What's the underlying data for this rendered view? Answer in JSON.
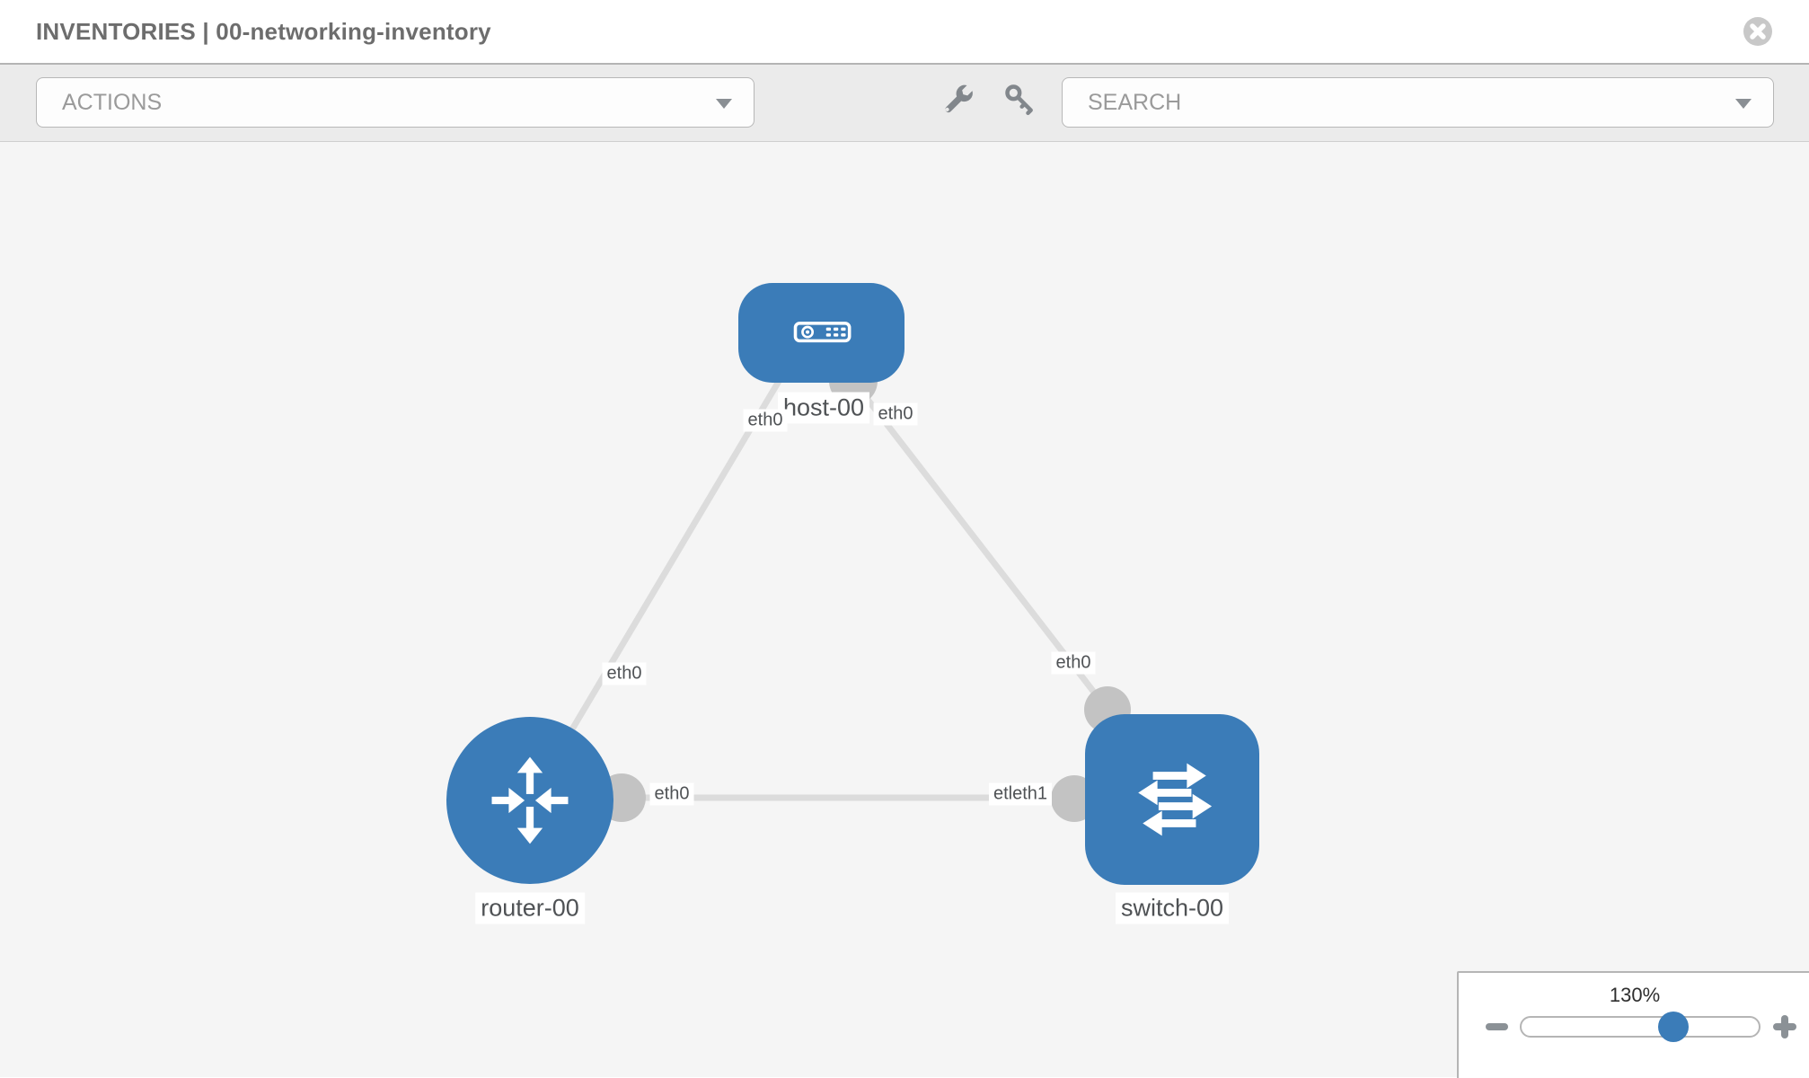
{
  "header": {
    "title": "INVENTORIES | 00-networking-inventory"
  },
  "toolbar": {
    "actions_label": "ACTIONS",
    "search_label": "SEARCH",
    "icons": [
      "wrench-icon",
      "key-icon"
    ]
  },
  "canvas": {
    "nodes": [
      {
        "key": "host",
        "label": "host-00",
        "type": "host",
        "icon": "server-icon"
      },
      {
        "key": "router",
        "label": "router-00",
        "type": "router",
        "icon": "router-arrows-icon"
      },
      {
        "key": "switch",
        "label": "switch-00",
        "type": "switch",
        "icon": "switch-arrows-icon"
      }
    ],
    "interfaces": {
      "host_left": "eth0",
      "host_right": "eth0",
      "host_router_mid": "eth0",
      "host_switch_mid": "eth0",
      "router_switch_router_end": "eth0",
      "router_switch_switch_end": "etleth1"
    },
    "links": [
      {
        "from": "host-00",
        "to": "router-00"
      },
      {
        "from": "host-00",
        "to": "switch-00"
      },
      {
        "from": "router-00",
        "to": "switch-00"
      }
    ]
  },
  "zoom_control": {
    "level": "130%",
    "handle_percent": 64
  },
  "colors": {
    "node_blue": "#3b7cb8",
    "link_gray": "#dcdcdc",
    "connector_gray": "#c3c3c3",
    "toolbar_gray": "#ebebeb",
    "canvas_gray": "#f5f5f5"
  }
}
